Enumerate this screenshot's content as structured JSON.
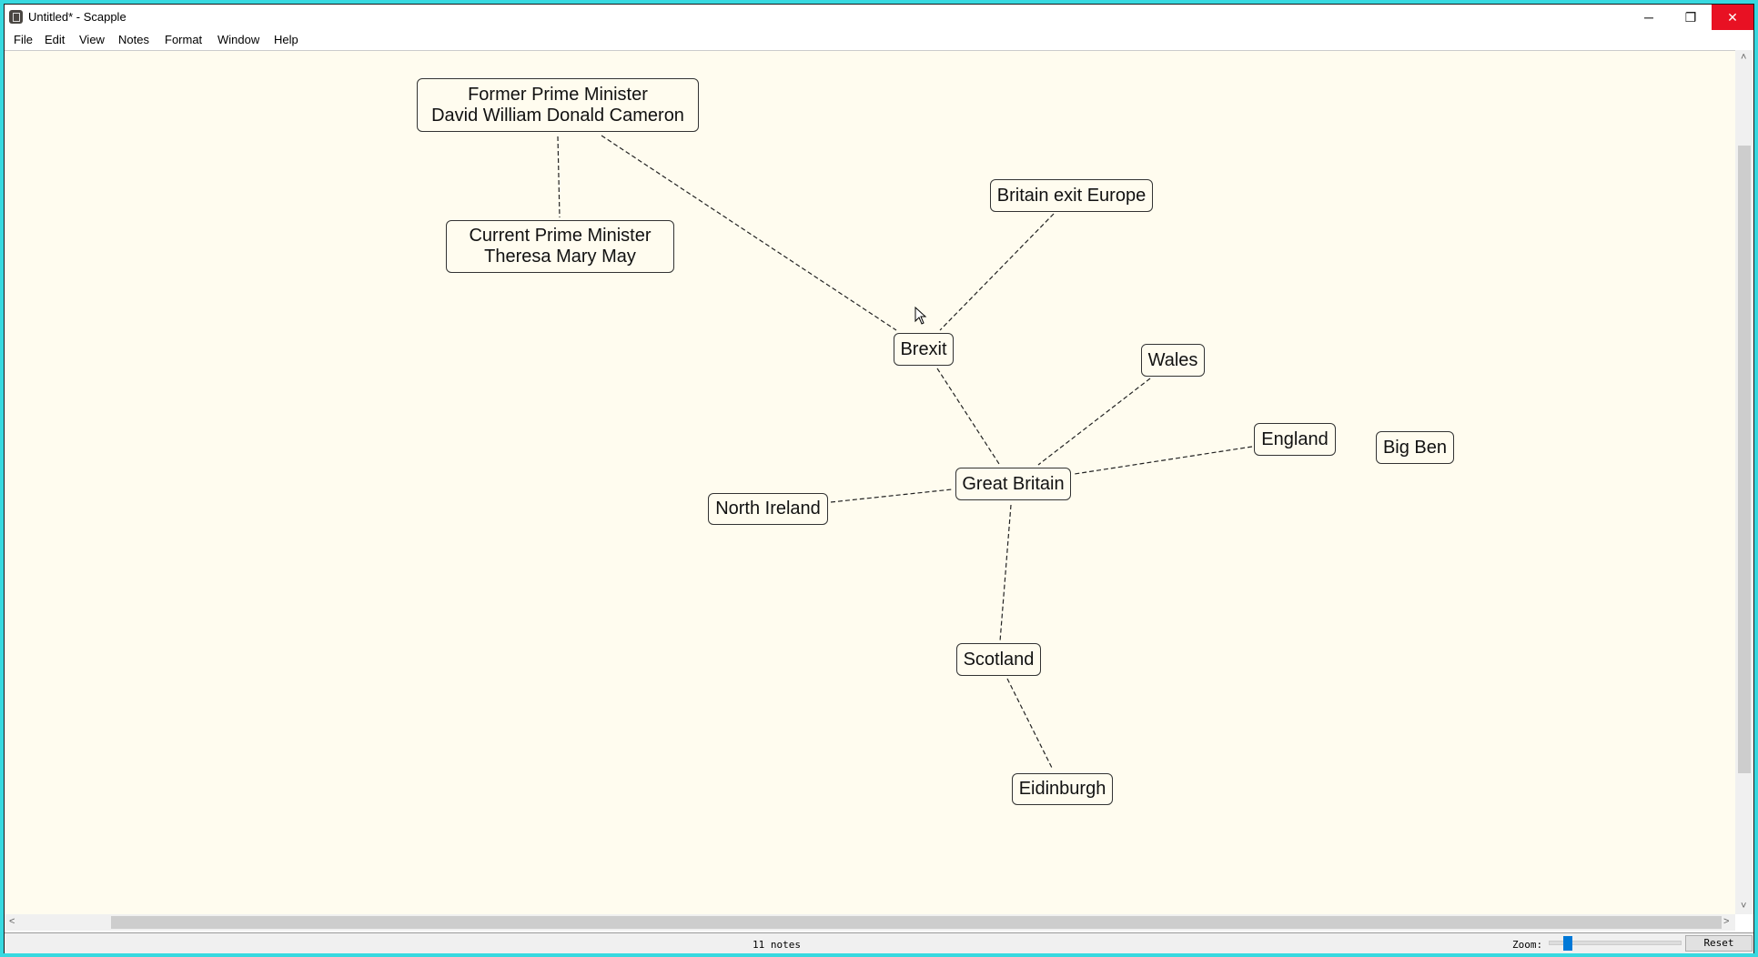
{
  "window": {
    "title": "Untitled* - Scapple",
    "minimize": "─",
    "restore": "❐",
    "close": "✕"
  },
  "menu": [
    "File",
    "Edit",
    "View",
    "Notes",
    "Format",
    "Window",
    "Help"
  ],
  "notes": [
    {
      "id": "former-pm",
      "lines": [
        "Former Prime Minister",
        "David William Donald Cameron"
      ]
    },
    {
      "id": "current-pm",
      "lines": [
        "Current Prime Minister",
        "Theresa Mary May"
      ]
    },
    {
      "id": "britain-exit-europe",
      "lines": [
        "Britain exit Europe"
      ]
    },
    {
      "id": "brexit",
      "lines": [
        "Brexit"
      ]
    },
    {
      "id": "wales",
      "lines": [
        "Wales"
      ]
    },
    {
      "id": "england",
      "lines": [
        "England"
      ]
    },
    {
      "id": "big-ben",
      "lines": [
        "Big Ben"
      ]
    },
    {
      "id": "great-britain",
      "lines": [
        "Great Britain"
      ]
    },
    {
      "id": "north-ireland",
      "lines": [
        "North Ireland"
      ]
    },
    {
      "id": "scotland",
      "lines": [
        "Scotland"
      ]
    },
    {
      "id": "eidinburgh",
      "lines": [
        "Eidinburgh"
      ]
    }
  ],
  "status": {
    "count": "11 notes",
    "zoom_label": "Zoom:",
    "reset": "Reset",
    "zoom_level": 0.1
  },
  "scroll": {
    "up": "˄",
    "down": "˅",
    "left": "<",
    "right": ">"
  }
}
